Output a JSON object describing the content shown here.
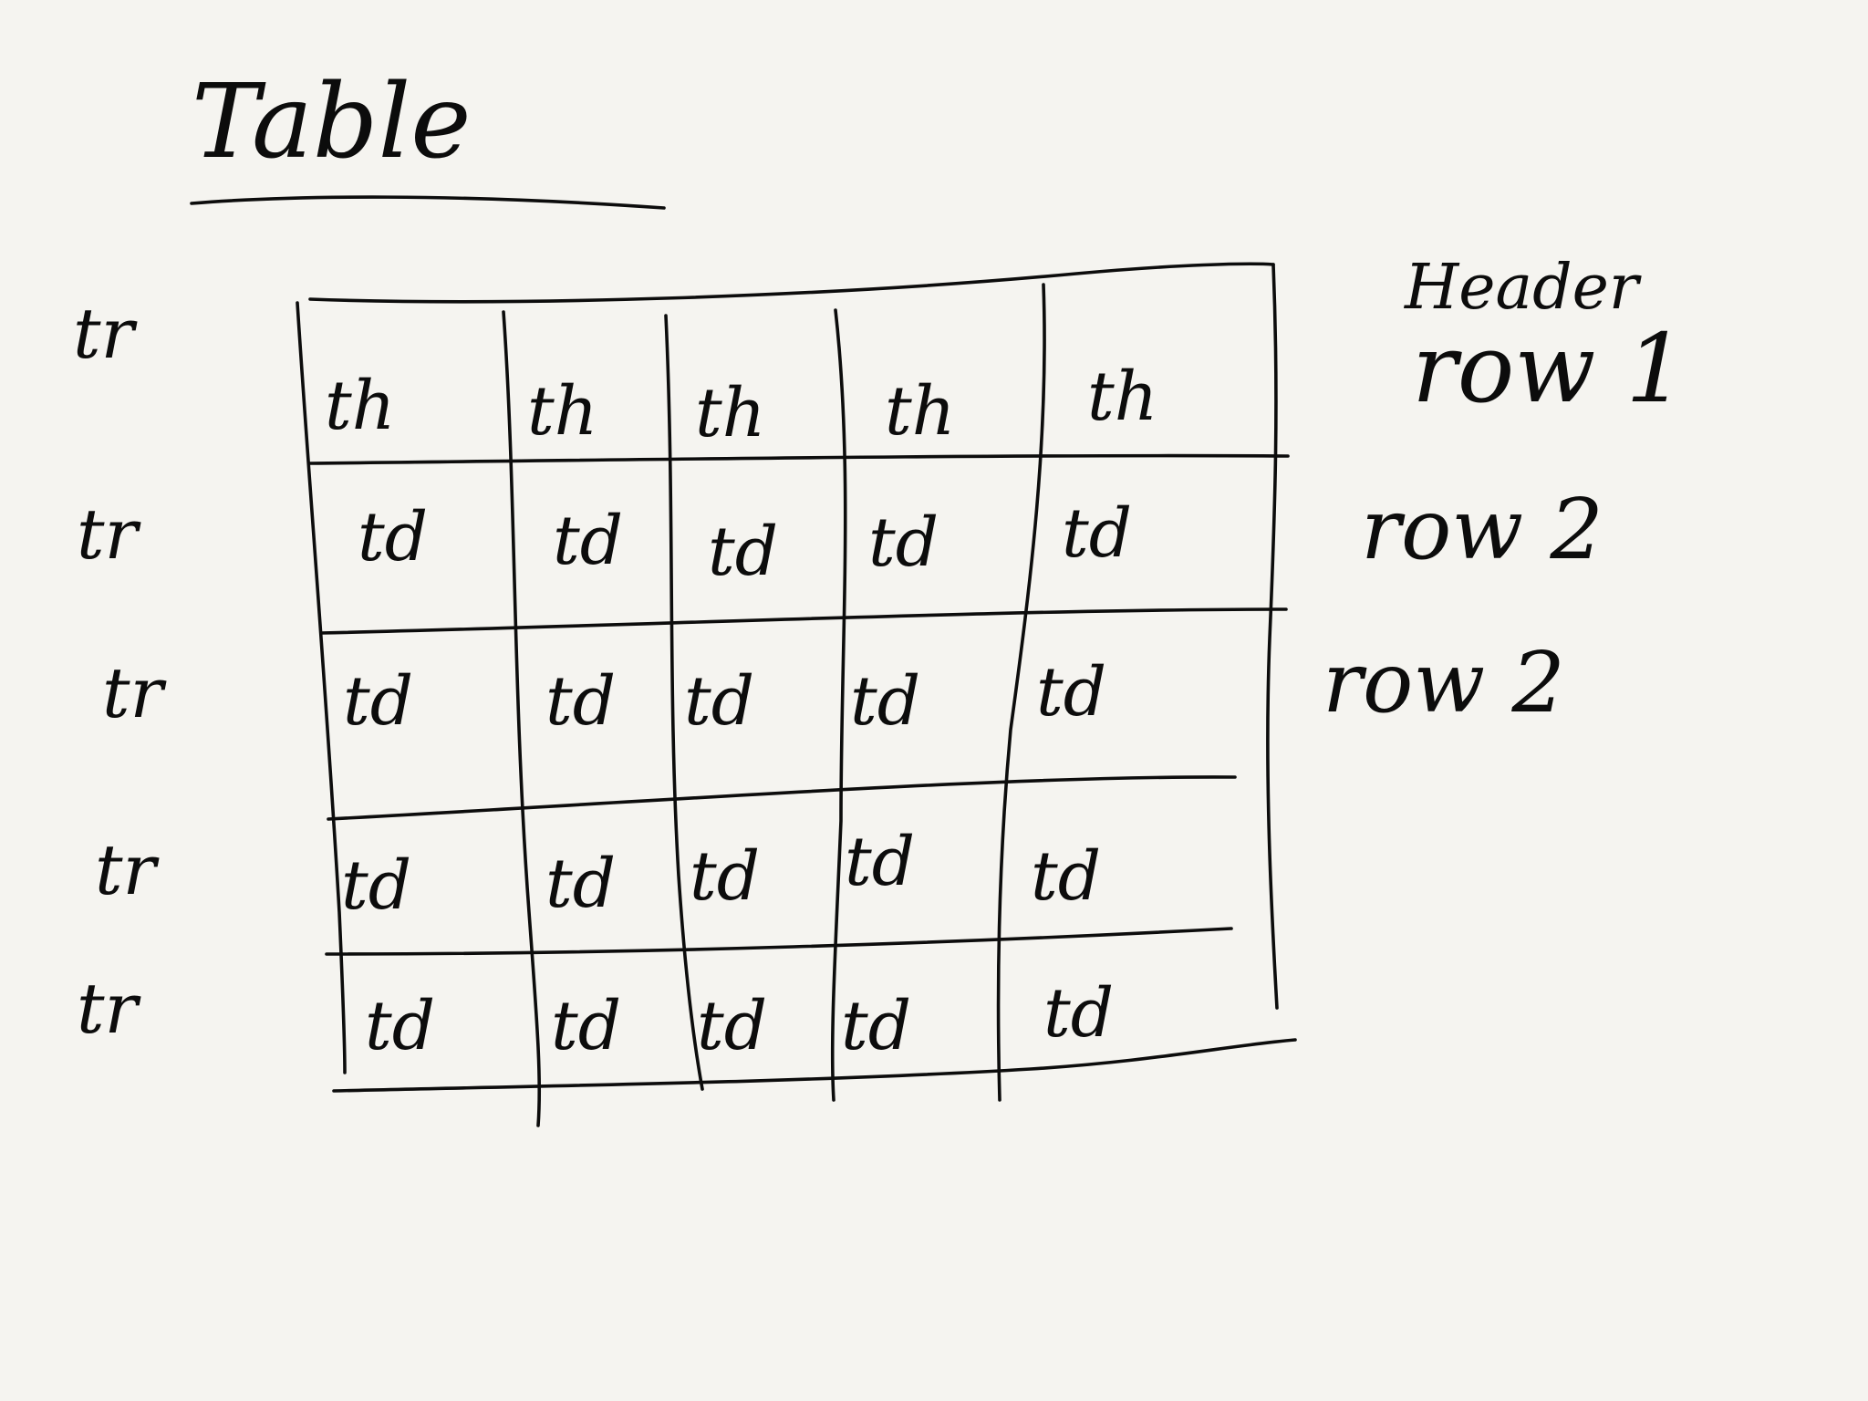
{
  "title": "Table",
  "row_markers": [
    "tr",
    "tr",
    "tr",
    "tr",
    "tr"
  ],
  "table": {
    "header_row": [
      "th",
      "th",
      "th",
      "th",
      "th"
    ],
    "body_rows": [
      [
        "td",
        "td",
        "td",
        "td",
        "td"
      ],
      [
        "td",
        "td",
        "td",
        "td",
        "td"
      ],
      [
        "td",
        "td",
        "td",
        "td",
        "td"
      ],
      [
        "td",
        "td",
        "td",
        "td",
        "td"
      ]
    ]
  },
  "annotations": {
    "header_word": "Header",
    "row_1": "row 1",
    "row_2a": "row 2",
    "row_2b": "row 2"
  },
  "colors": {
    "ink": "#0c0c0c",
    "paper": "#f5f4f0"
  }
}
